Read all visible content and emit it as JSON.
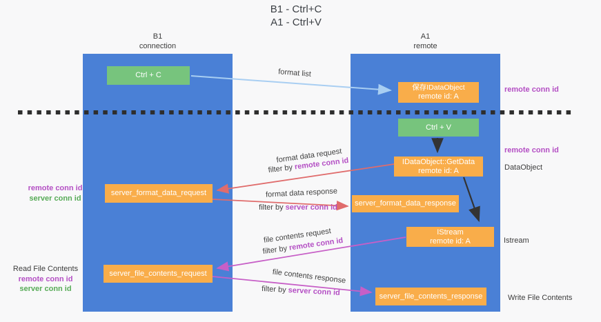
{
  "title": {
    "line1": "B1 - Ctrl+C",
    "line2": "A1 - Ctrl+V"
  },
  "lanes": {
    "left": {
      "name": "B1",
      "role": "connection"
    },
    "right": {
      "name": "A1",
      "role": "remote"
    }
  },
  "nodes": {
    "ctrl_c": {
      "label": "Ctrl + C"
    },
    "save_idataobject": {
      "line1": "保存IDataObject",
      "line2": "remote id: A"
    },
    "ctrl_v": {
      "label": "Ctrl + V"
    },
    "getdata": {
      "line1": "IDataObject::GetData",
      "line2": "remote id: A"
    },
    "format_request": {
      "label": "server_format_data_request"
    },
    "format_response": {
      "label": "server_format_data_response"
    },
    "istream": {
      "line1": "IStream",
      "line2": "remote id: A"
    },
    "file_request": {
      "label": "server_file_contents_request"
    },
    "file_response": {
      "label": "server_file_contents_response"
    }
  },
  "edges": {
    "format_list": {
      "label": "format list"
    },
    "format_data_request": {
      "label": "format data request",
      "filter_prefix": "filter by ",
      "filter_key": "remote conn id"
    },
    "format_data_response": {
      "label": "format data response",
      "filter_prefix": "filter by ",
      "filter_key": "server conn id"
    },
    "file_contents_request": {
      "label": "file contents request",
      "filter_prefix": "filter by ",
      "filter_key": "remote conn id"
    },
    "file_contents_response": {
      "label": "file contents response",
      "filter_prefix": "filter by ",
      "filter_key": "server conn id"
    }
  },
  "side_labels": {
    "left_mid": {
      "remote": "remote conn id",
      "server": "server conn id"
    },
    "left_bottom": {
      "title": "Read File Contents",
      "remote": "remote conn id",
      "server": "server conn id"
    },
    "right_top": {
      "remote": "remote conn id"
    },
    "right_mid": {
      "remote": "remote conn id",
      "object": "DataObject"
    },
    "right_istream": "Istream",
    "right_bottom": "Write File Contents"
  },
  "colors": {
    "lane_blue": "#4a80d6",
    "box_orange": "#f9ad4a",
    "box_green": "#77c47d",
    "arrow_black": "#333333",
    "arrow_salmon": "#e06c6c",
    "arrow_magenta": "#c75fc7",
    "arrow_lightblue": "#a8cef2",
    "text_magenta": "#b44fc4",
    "text_green": "#57ab57",
    "divider_dark": "#2e2e2e"
  }
}
